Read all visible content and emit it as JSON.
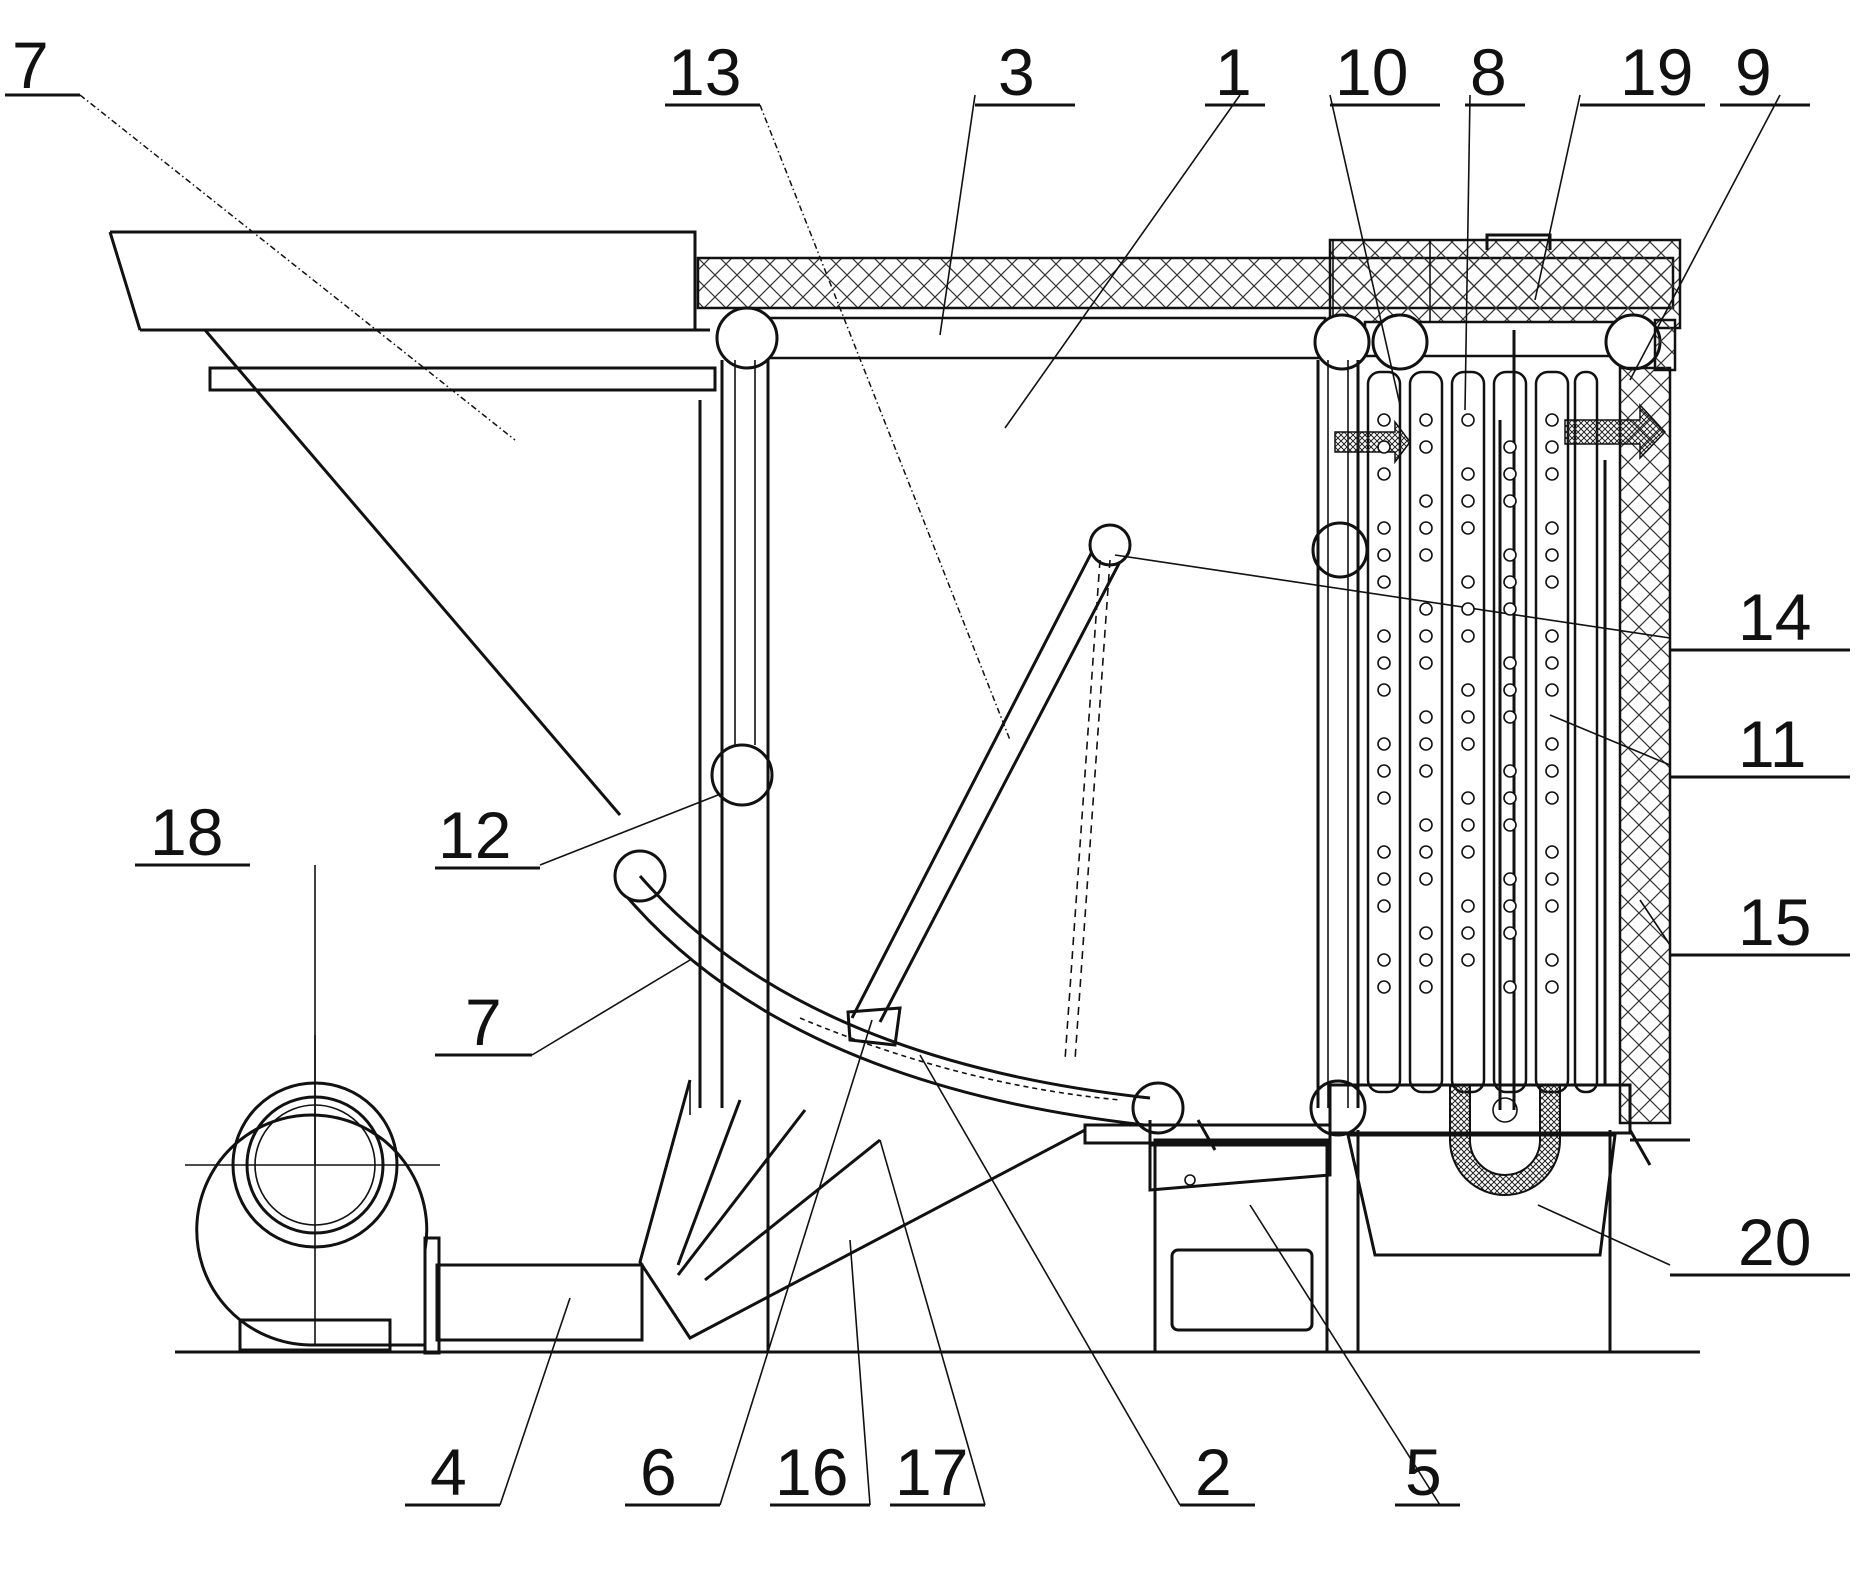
{
  "diagram": {
    "labels": {
      "l1": "1",
      "l2": "2",
      "l3": "3",
      "l4": "4",
      "l5": "5",
      "l6": "6",
      "l7a": "7",
      "l7b": "7",
      "l8": "8",
      "l9": "9",
      "l10": "10",
      "l11": "11",
      "l12": "12",
      "l13": "13",
      "l14": "14",
      "l15": "15",
      "l16": "16",
      "l17": "17",
      "l18": "18",
      "l19": "19",
      "l20": "20"
    }
  }
}
